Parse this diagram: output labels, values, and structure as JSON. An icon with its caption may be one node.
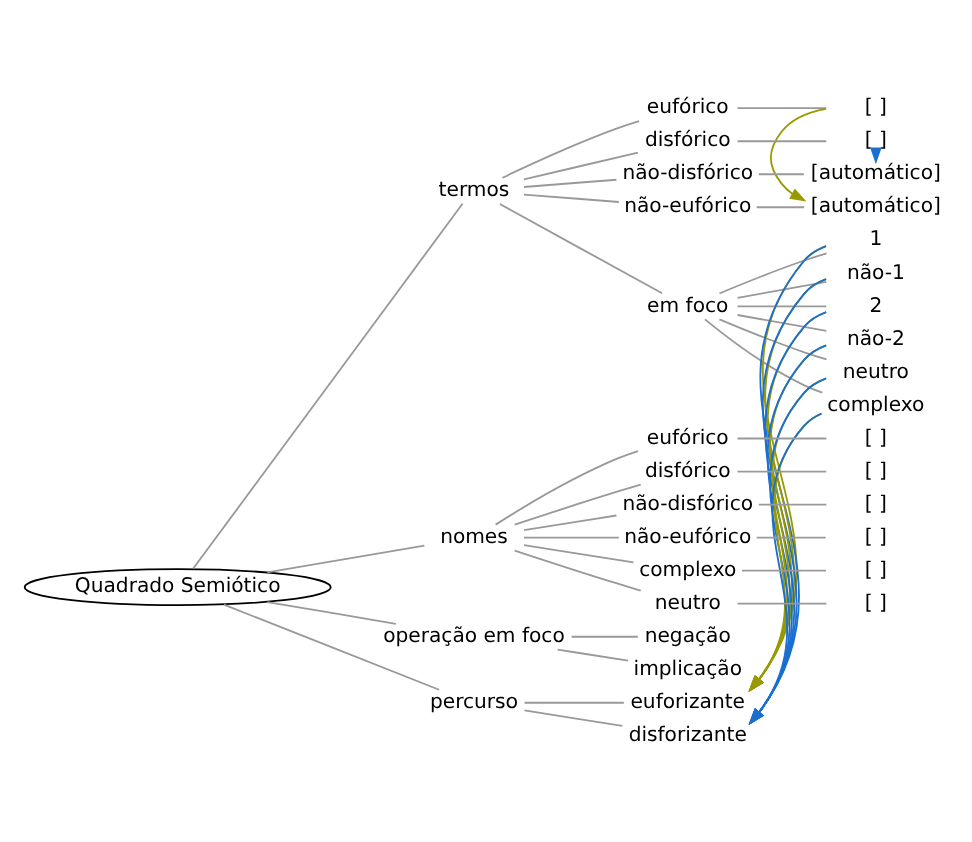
{
  "diagram": {
    "nodes": [
      {
        "text": [
          "Quadrado Semiótico"
        ]
      },
      {
        "text": [
          "termos"
        ]
      },
      {
        "text": [
          "eufórico"
        ]
      },
      {
        "text": [
          "[ ]"
        ]
      },
      {
        "text": [
          "disfórico"
        ]
      },
      {
        "text": [
          "[ ]"
        ]
      },
      {
        "text": [
          "não-disfórico"
        ]
      },
      {
        "text": [
          "[automático]"
        ]
      },
      {
        "text": [
          "não-eufórico"
        ]
      },
      {
        "text": [
          "[automático]"
        ]
      },
      {
        "text": [
          "em foco"
        ]
      },
      {
        "text": [
          "1"
        ]
      },
      {
        "text": [
          "não-1"
        ]
      },
      {
        "text": [
          "2"
        ]
      },
      {
        "text": [
          "não-2"
        ]
      },
      {
        "text": [
          "neutro"
        ]
      },
      {
        "text": [
          "complexo"
        ]
      },
      {
        "text": [
          "nomes"
        ]
      },
      {
        "text": [
          "eufórico"
        ]
      },
      {
        "text": [
          "[ ]"
        ]
      },
      {
        "text": [
          "disfórico"
        ]
      },
      {
        "text": [
          "[ ]"
        ]
      },
      {
        "text": [
          "não-disfórico"
        ]
      },
      {
        "text": [
          "[ ]"
        ]
      },
      {
        "text": [
          "não-eufórico"
        ]
      },
      {
        "text": [
          "[ ]"
        ]
      },
      {
        "text": [
          "complexo"
        ]
      },
      {
        "text": [
          "[ ]"
        ]
      },
      {
        "text": [
          "neutro"
        ]
      },
      {
        "text": [
          "[ ]"
        ]
      },
      {
        "text": [
          "operação em foco"
        ]
      },
      {
        "text": [
          "negação"
        ]
      },
      {
        "text": [
          "implicação"
        ]
      },
      {
        "text": [
          "percurso"
        ]
      },
      {
        "text": [
          "euforizante"
        ]
      },
      {
        "text": [
          "disforizante"
        ]
      }
    ],
    "edges": [
      {
        "from": 0,
        "to": 1,
        "arrow": "none"
      },
      {
        "from": 1,
        "to": 2,
        "arrow": "none"
      },
      {
        "from": 2,
        "to": 3,
        "arrow": "none"
      },
      {
        "from": 1,
        "to": 4,
        "arrow": "none"
      },
      {
        "from": 4,
        "to": 5,
        "arrow": "none"
      },
      {
        "from": 1,
        "to": 6,
        "arrow": "none"
      },
      {
        "from": 6,
        "to": 7,
        "arrow": "none"
      },
      {
        "from": 1,
        "to": 8,
        "arrow": "none"
      },
      {
        "from": 8,
        "to": 9,
        "arrow": "none"
      },
      {
        "from": 1,
        "to": 10,
        "arrow": "none"
      },
      {
        "from": 10,
        "to": 11,
        "arrow": "none"
      },
      {
        "from": 10,
        "to": 12,
        "arrow": "none"
      },
      {
        "from": 10,
        "to": 13,
        "arrow": "none"
      },
      {
        "from": 10,
        "to": 14,
        "arrow": "none"
      },
      {
        "from": 10,
        "to": 15,
        "arrow": "none"
      },
      {
        "from": 10,
        "to": 16,
        "arrow": "none"
      },
      {
        "from": 0,
        "to": 17,
        "arrow": "none"
      },
      {
        "from": 17,
        "to": 18,
        "arrow": "none"
      },
      {
        "from": 18,
        "to": 19,
        "arrow": "none"
      },
      {
        "from": 17,
        "to": 20,
        "arrow": "none"
      },
      {
        "from": 20,
        "to": 21,
        "arrow": "none"
      },
      {
        "from": 17,
        "to": 22,
        "arrow": "none"
      },
      {
        "from": 22,
        "to": 23,
        "arrow": "none"
      },
      {
        "from": 17,
        "to": 24,
        "arrow": "none"
      },
      {
        "from": 24,
        "to": 25,
        "arrow": "none"
      },
      {
        "from": 17,
        "to": 26,
        "arrow": "none"
      },
      {
        "from": 26,
        "to": 27,
        "arrow": "none"
      },
      {
        "from": 17,
        "to": 28,
        "arrow": "none"
      },
      {
        "from": 28,
        "to": 29,
        "arrow": "none"
      },
      {
        "from": 0,
        "to": 30,
        "arrow": "none"
      },
      {
        "from": 30,
        "to": 31,
        "arrow": "none"
      },
      {
        "from": 30,
        "to": 32,
        "arrow": "none"
      },
      {
        "from": 0,
        "to": 33,
        "arrow": "none"
      },
      {
        "from": 33,
        "to": 34,
        "arrow": "none"
      },
      {
        "from": 33,
        "to": 35,
        "arrow": "none"
      },
      {
        "from": 3,
        "to": 9,
        "arrow": "to",
        "color": "#999900"
      },
      {
        "from": 5,
        "to": 7,
        "arrow": "to",
        "color": "#1a6fd0"
      },
      {
        "from": 11,
        "to": 34,
        "arrow": "to",
        "color": "#999900"
      },
      {
        "from": 11,
        "to": 35,
        "arrow": "to",
        "color": "#1a6fd0"
      },
      {
        "from": 12,
        "to": 34,
        "arrow": "to",
        "color": "#999900"
      },
      {
        "from": 12,
        "to": 35,
        "arrow": "to",
        "color": "#1a6fd0"
      },
      {
        "from": 13,
        "to": 34,
        "arrow": "to",
        "color": "#999900"
      },
      {
        "from": 13,
        "to": 35,
        "arrow": "to",
        "color": "#1a6fd0"
      },
      {
        "from": 14,
        "to": 34,
        "arrow": "to",
        "color": "#999900"
      },
      {
        "from": 14,
        "to": 35,
        "arrow": "to",
        "color": "#1a6fd0"
      },
      {
        "from": 15,
        "to": 34,
        "arrow": "to",
        "color": "#999900"
      },
      {
        "from": 15,
        "to": 35,
        "arrow": "to",
        "color": "#1a6fd0"
      },
      {
        "from": 16,
        "to": 34,
        "arrow": "to",
        "color": "#999900"
      },
      {
        "from": 16,
        "to": 35,
        "arrow": "to",
        "color": "#1a6fd0"
      }
    ]
  }
}
